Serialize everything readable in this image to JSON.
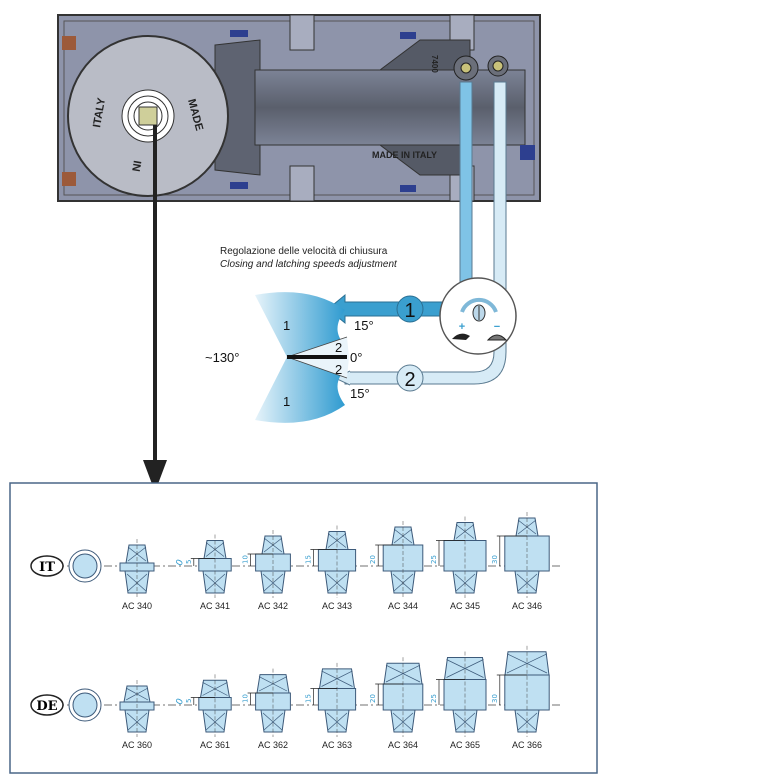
{
  "device": {
    "plate_marks": [
      "ITALY",
      "MADE",
      "IN"
    ],
    "body_mark": "MADE IN ITALY",
    "model_mark": "7400"
  },
  "adjustment": {
    "title_it": "Regolazione delle velocità di chiusura",
    "title_en": "Closing and latching speeds adjustment",
    "angle_open": "~130°",
    "angle_upper": "15°",
    "angle_zero": "0°",
    "angle_lower": "15°",
    "zone_1": "1",
    "zone_2": "2",
    "valve_1": "1",
    "valve_2": "2",
    "plus": "+",
    "minus": "−",
    "icons": [
      "hare-icon",
      "tortoise-icon",
      "screw-icon"
    ],
    "colors": {
      "fast": "#3a9fcf",
      "slow": "#cfe6f3",
      "outline": "#555555"
    }
  },
  "spindles": {
    "rows": [
      {
        "badge": "IT",
        "parts": [
          {
            "label": "AC 340",
            "dim": ""
          },
          {
            "label": "AC 341",
            "dim": "5"
          },
          {
            "label": "AC 342",
            "dim": "10"
          },
          {
            "label": "AC 343",
            "dim": "15"
          },
          {
            "label": "AC 344",
            "dim": "20"
          },
          {
            "label": "AC 345",
            "dim": "25"
          },
          {
            "label": "AC 346",
            "dim": "30"
          }
        ]
      },
      {
        "badge": "DE",
        "parts": [
          {
            "label": "AC 360",
            "dim": ""
          },
          {
            "label": "AC 361",
            "dim": "5"
          },
          {
            "label": "AC 362",
            "dim": "10"
          },
          {
            "label": "AC 363",
            "dim": "15"
          },
          {
            "label": "AC 364",
            "dim": "20"
          },
          {
            "label": "AC 365",
            "dim": "25"
          },
          {
            "label": "AC 366",
            "dim": "30"
          }
        ]
      }
    ],
    "zero_mark": "0",
    "colors": {
      "part": "#bfe0f2",
      "border": "#3d5a7a"
    }
  }
}
